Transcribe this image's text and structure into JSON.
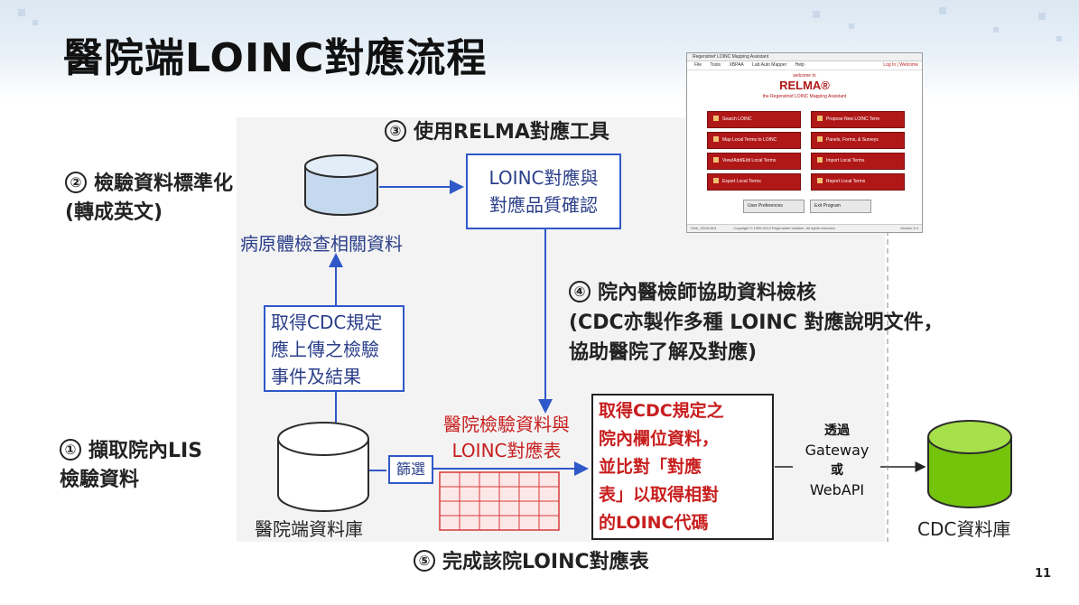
{
  "slide_title": "醫院端LOINC對應流程",
  "page_number": "11",
  "step1": {
    "num": "①",
    "line1": "擷取院內LIS",
    "line2": "檢驗資料"
  },
  "step2": {
    "num": "②",
    "line1": "檢驗資料標準化",
    "line2": "(轉成英文)"
  },
  "step3": {
    "num": "③",
    "text": "使用RELMA對應工具"
  },
  "step4": {
    "num": "④",
    "line1": "院內醫檢師協助資料檢核",
    "line2": "(CDC亦製作多種 LOINC 對應說明文件，",
    "line3": "協助醫院了解及對應)"
  },
  "step5": {
    "num": "⑤",
    "text": "完成該院LOINC對應表"
  },
  "pathogen_label": "病原體檢查相關資料",
  "cdc_event_box": {
    "line1": "取得CDC規定",
    "line2": "應上傳之檢驗",
    "line3": "事件及結果"
  },
  "loinc_map_box": {
    "line1": "LOINC對應與",
    "line2": "對應品質確認"
  },
  "filter_label": "篩選",
  "hospital_db_label": "醫院端資料庫",
  "mapping_table_label": {
    "line1": "醫院檢驗資料與",
    "line2": "LOINC對應表"
  },
  "red_box": {
    "line1": "取得CDC規定之",
    "line2": "院內欄位資料，",
    "line3": "並比對「對應",
    "line4": "表」以取得相對",
    "line5": "的LOINC代碼"
  },
  "transfer": {
    "line1": "透過",
    "line2": "Gateway",
    "line3": "或",
    "line4": "WebAPI"
  },
  "cdc_db_label": "CDC資料庫",
  "relma": {
    "titlebar": "Regenstrief LOINC Mapping Assistant",
    "menu": [
      "File",
      "Tools",
      "XBPAA",
      "Lab Auto Mapper",
      "Help"
    ],
    "menu_right": "Log In  |  Welcome",
    "welcome": "welcome to",
    "logo": "RELMA®",
    "subtitle": "the Regenstrief LOINC Mapping Assistant",
    "buttons_left": [
      "Search LOINC",
      "Map Local Terms to LOINC",
      "View/Add/Edit Local Terms",
      "Export Local Terms"
    ],
    "buttons_right": [
      "Propose New LOINC Term",
      "Panels, Forms, & Surveys",
      "Import Local Terms",
      "Report Local Terms"
    ],
    "btn_prefs": "User Preferences",
    "btn_exit": "Exit Program",
    "footer_left": "SHA_20140313",
    "footer_mid": "Copyright © 1995-2013 Regenstrief Institute. All rights reserved.",
    "footer_right": "Version 6.4"
  },
  "colors": {
    "blue": "#2f58c8",
    "red": "#c81e1e",
    "green": "#7ac70c",
    "relma_red": "#b01818"
  }
}
